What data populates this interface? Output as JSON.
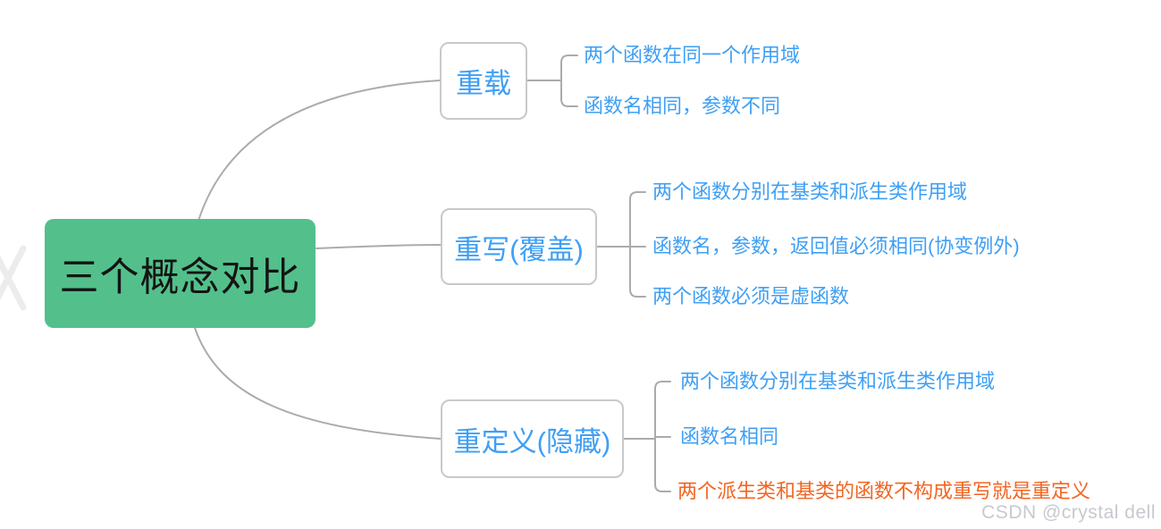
{
  "colors": {
    "root_fill": "#53C08B",
    "root_text": "#141414",
    "branch_text": "#3F9FF4",
    "leaf_text_blue": "#3F9FF4",
    "leaf_text_orange": "#F26522",
    "connector_line": "#ABABAB",
    "box_border": "#C9C9C9",
    "watermark_text": "#C6C9CE"
  },
  "root": {
    "label": "三个概念对比"
  },
  "branches": [
    {
      "label": "重载",
      "children": [
        {
          "text": "两个函数在同一个作用域",
          "color": "blue"
        },
        {
          "text": "函数名相同，参数不同",
          "color": "blue"
        }
      ]
    },
    {
      "label": "重写(覆盖)",
      "children": [
        {
          "text": "两个函数分别在基类和派生类作用域",
          "color": "blue"
        },
        {
          "text": "函数名，参数，返回值必须相同(协变例外)",
          "color": "blue"
        },
        {
          "text": "两个函数必须是虚函数",
          "color": "blue"
        }
      ]
    },
    {
      "label": "重定义(隐藏)",
      "children": [
        {
          "text": "两个函数分别在基类和派生类作用域",
          "color": "blue"
        },
        {
          "text": "函数名相同",
          "color": "blue"
        },
        {
          "text": "两个派生类和基类的函数不构成重写就是重定义",
          "color": "orange"
        }
      ]
    }
  ],
  "watermark": {
    "text": "CSDN @crystal dell"
  }
}
